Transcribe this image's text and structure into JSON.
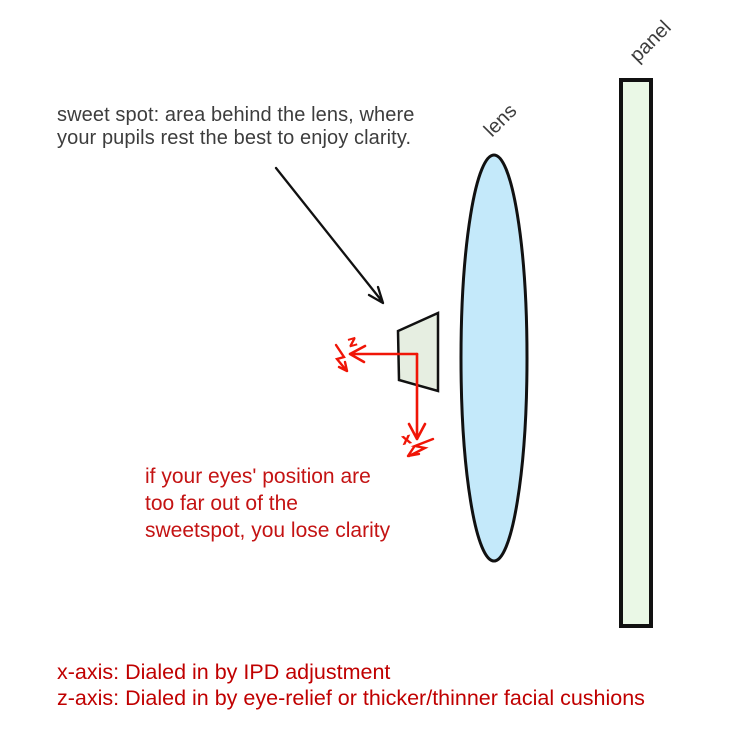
{
  "diagram": {
    "sweet_spot_note": {
      "line1": "sweet spot: area behind the lens, where",
      "line2": "your pupils rest the best to enjoy clarity."
    },
    "lens_label": "lens",
    "panel_label": "panel",
    "axis": {
      "z": "z",
      "x": "x"
    },
    "warning_note": {
      "line1": "if your eyes' position are",
      "line2": "too far out of the",
      "line3": "sweetspot, you lose clarity"
    },
    "footer_note": {
      "line1": "x-axis: Dialed in by IPD adjustment",
      "line2": "z-axis: Dialed in by eye-relief or thicker/thinner facial cushions"
    },
    "colors": {
      "lens_fill": "#c4e9fa",
      "panel_fill": "#eaf8e6",
      "sweetspot_fill": "#e6eee1",
      "outline_black": "#111111",
      "annotation_red": "#f01507",
      "warning_red": "#c41313",
      "footer_red": "#c00000",
      "note_dark": "#3d3d3d"
    }
  }
}
